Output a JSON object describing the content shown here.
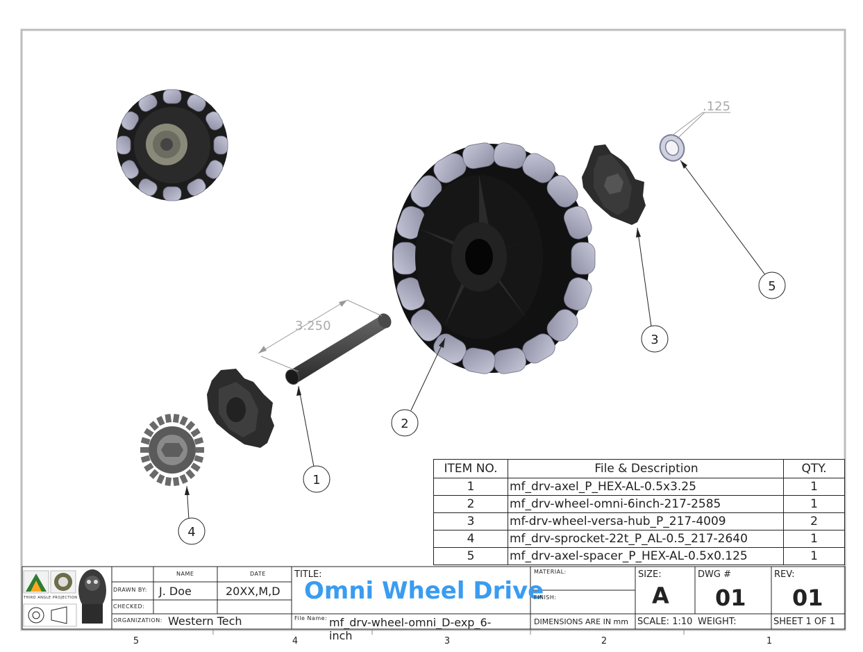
{
  "drawing": {
    "dimensions": {
      "length": "3.250",
      "spacer": ".125"
    },
    "balloons": [
      "1",
      "2",
      "3",
      "4",
      "5"
    ],
    "zones": [
      "5",
      "4",
      "3",
      "2",
      "1"
    ]
  },
  "bom": {
    "headers": {
      "item": "ITEM NO.",
      "desc": "File & Description",
      "qty": "QTY."
    },
    "rows": [
      {
        "item": "1",
        "desc": "mf_drv-axel_P_HEX-AL-0.5x3.25",
        "qty": "1"
      },
      {
        "item": "2",
        "desc": "mf_drv-wheel-omni-6inch-217-2585",
        "qty": "1"
      },
      {
        "item": "3",
        "desc": "mf-drv-wheel-versa-hub_P_217-4009",
        "qty": "2"
      },
      {
        "item": "4",
        "desc": "mf_drv-sprocket-22t_P_AL-0.5_217-2640",
        "qty": "1"
      },
      {
        "item": "5",
        "desc": "mf_drv-axel-spacer_P_HEX-AL-0.5x0.125",
        "qty": "1"
      }
    ]
  },
  "title_block": {
    "projection_label": "THIRD ANGLE PROJECTION",
    "name_header": "NAME",
    "date_header": "DATE",
    "drawn_by_label": "DRAWN BY:",
    "drawn_by": "J. Doe",
    "drawn_date": "20XX,M,D",
    "checked_label": "CHECKED:",
    "organization_label": "ORGANIZATION:",
    "organization": "Western Tech",
    "title_label": "TITLE:",
    "title": "Omni Wheel Drive",
    "file_name_label": "File Name:",
    "file_name": "mf_drv-wheel-omni_D-exp_6-inch",
    "material_label": "MATERIAL:",
    "finish_label": "FINISH:",
    "dimensions_note": "DIMENSIONS ARE IN mm",
    "size_label": "SIZE:",
    "size": "A",
    "dwg_label": "DWG #",
    "dwg": "01",
    "rev_label": "REV:",
    "rev": "01",
    "scale": "SCALE: 1:10",
    "weight": "WEIGHT:",
    "sheet": "SHEET 1 OF 1"
  }
}
